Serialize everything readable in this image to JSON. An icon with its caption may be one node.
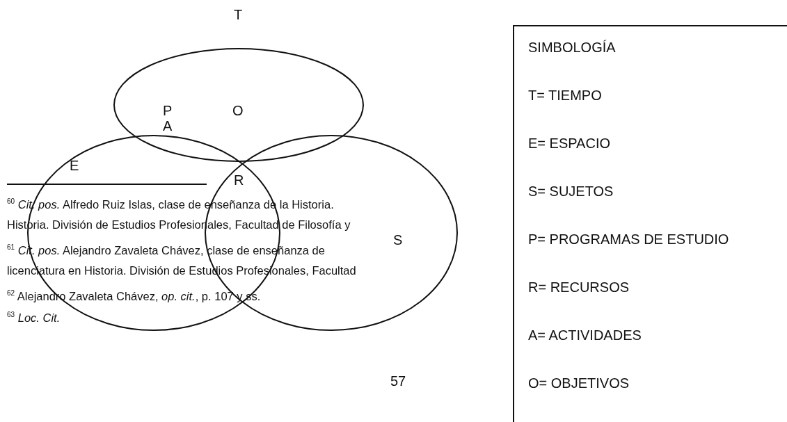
{
  "diagram": {
    "nodes": [
      {
        "text": [
          "T"
        ]
      },
      {
        "text": [
          "E"
        ]
      },
      {
        "text": [
          "S"
        ]
      },
      {
        "text": [
          "SIMBOLOGÍA",
          "T= TIEMPO",
          "E= ESPACIO",
          "S= SUJETOS",
          "P= PROGRAMAS DE ESTUDIO",
          "R= RECURSOS",
          "A= ACTIVIDADES",
          "O= OBJETIVOS"
        ]
      }
    ],
    "edges": [],
    "labels": [
      "P",
      "O",
      "A",
      "R",
      "$^{60}$ *Cit. pos.* Alfredo Ruiz Islas, clase de enseñanza de la Historia.",
      "Historia. División de Estudios Profesionales, Facultad de Filosofía y",
      "$^{61}$ *Cit. pos.* Alejandro Zavaleta Chávez, clase de enseñanza de",
      "licenciatura en Historia. División de Estudios Profesionales, Facultad",
      "$^{62}$ Alejandro Zavaleta Chávez, *op. cit.*, p. 107 y ss.",
      "$^{63}$ *Loc. Cit.*",
      "57"
    ]
  }
}
